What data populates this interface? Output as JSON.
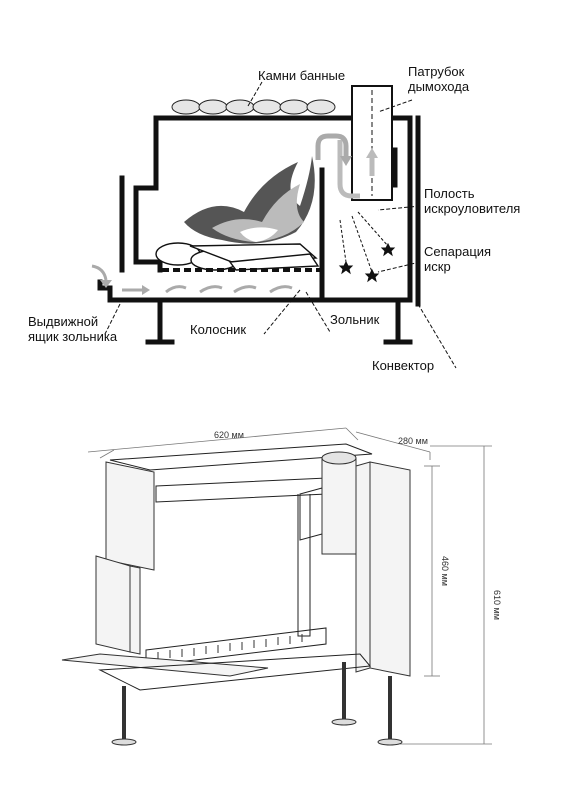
{
  "labels": {
    "stones": "Камни банные",
    "flue_pipe": "Патрубок\nдымохода",
    "spark_cavity": "Полость\nискроуловителя",
    "spark_separation": "Сепарация\nискр",
    "ash_drawer": "Выдвижной\nящик зольника",
    "grate": "Колосник",
    "ash_pit": "Зольник",
    "convector": "Конвектор"
  },
  "dimensions": {
    "width": "620 мм",
    "depth": "280 мм",
    "inner_height": "460 мм",
    "total_height": "610 мм"
  },
  "colors": {
    "flame_dark": "#555555",
    "flame_light": "#bbbbbb",
    "flow_arrow": "#aaaaaa",
    "stone_fill": "#e6e6e6",
    "line": "#111111"
  }
}
